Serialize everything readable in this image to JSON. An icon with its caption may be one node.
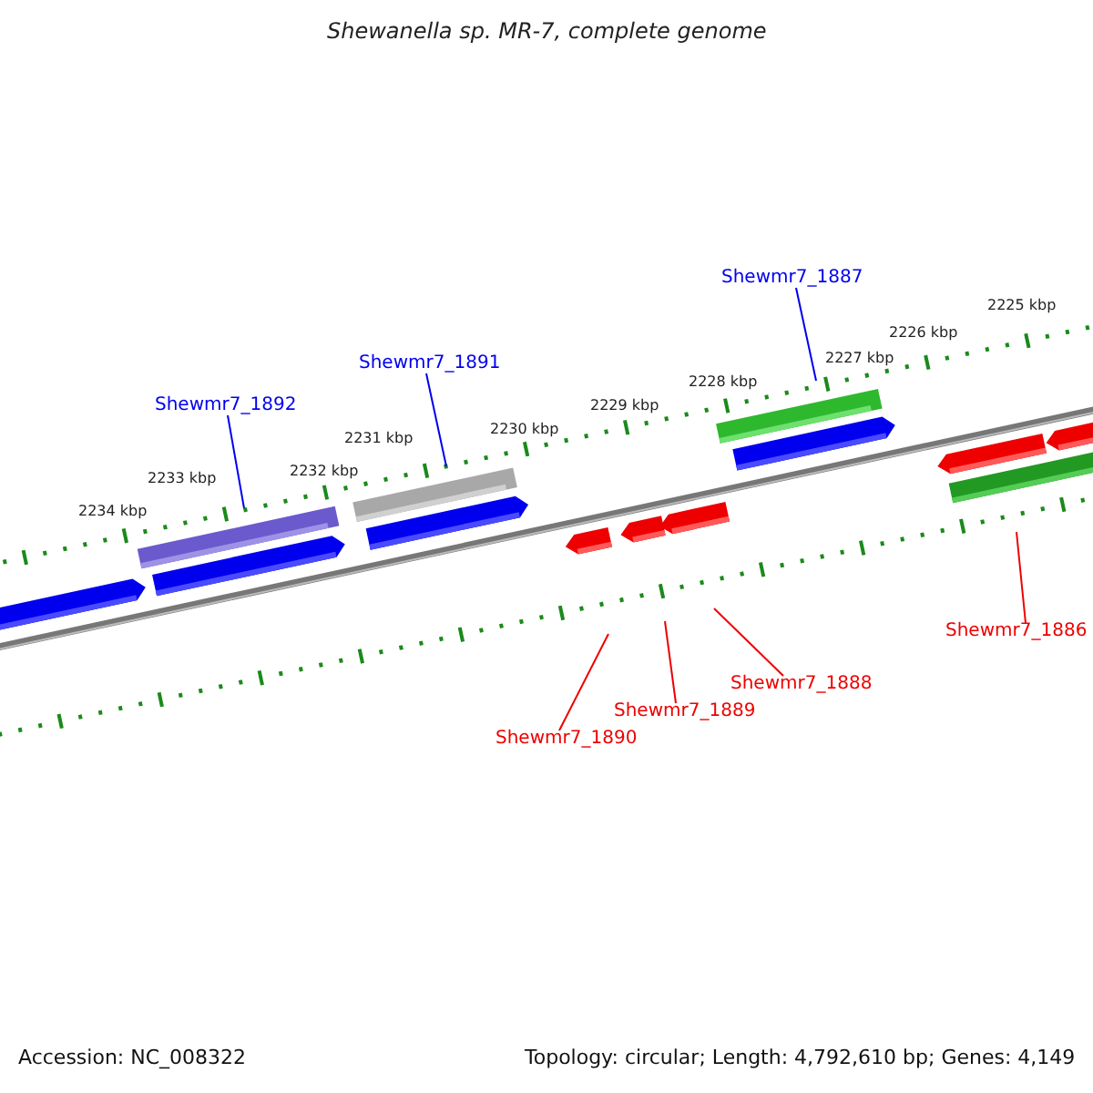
{
  "diagram": {
    "title": "Shewanella sp. MR-7, complete genome",
    "nodes": [
      {
        "text": [
          "Shewmr7_1887"
        ]
      },
      {
        "text": [
          "Shewmr7_1891"
        ]
      },
      {
        "text": [
          "Shewmr7_1892"
        ]
      },
      {
        "text": [
          "Shewmr7_1886"
        ]
      },
      {
        "text": [
          "Shewmr7_1888"
        ]
      },
      {
        "text": [
          "Shewmr7_1889"
        ]
      },
      {
        "text": [
          "Shewmr7_1890"
        ]
      }
    ],
    "edges": [
      {
        "from": 0,
        "to": null,
        "arrow": "none",
        "color": "#0000ee"
      },
      {
        "from": 1,
        "to": null,
        "arrow": "none",
        "color": "#0000ee"
      },
      {
        "from": 2,
        "to": null,
        "arrow": "none",
        "color": "#0000ee"
      },
      {
        "from": 3,
        "to": null,
        "arrow": "none"
      },
      {
        "from": 4,
        "to": null,
        "arrow": "none"
      },
      {
        "from": 5,
        "to": null,
        "arrow": "none"
      },
      {
        "from": 6,
        "to": null,
        "arrow": "none"
      }
    ],
    "labels": [
      "2234 kbp",
      "2233 kbp",
      "2232 kbp",
      "2231 kbp",
      "2230 kbp",
      "2229 kbp",
      "2228 kbp",
      "2227 kbp",
      "2226 kbp",
      "2225 kbp",
      "Accession: NC_008322",
      "Topology: circular; Length: 4,792,610 bp; Genes: 4,149"
    ]
  }
}
